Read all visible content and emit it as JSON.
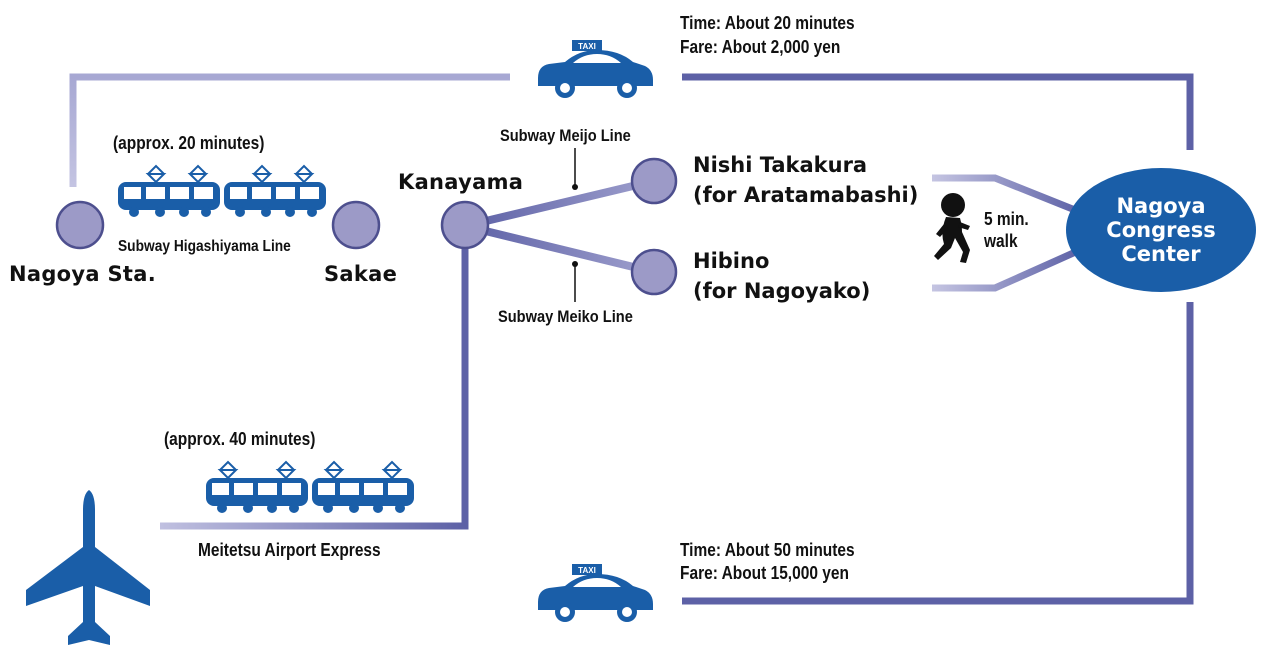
{
  "taxi_top": {
    "time": "Time: About 20 minutes",
    "fare": "Fare: About 2,000 yen",
    "sign": "TAXI"
  },
  "taxi_bottom": {
    "time": "Time: About 50 minutes",
    "fare": "Fare: About 15,000 yen",
    "sign": "TAXI"
  },
  "stations": {
    "nagoya": "Nagoya Sta.",
    "sakae": "Sakae",
    "kanayama": "Kanayama",
    "nishi_line1": "Nishi Takakura",
    "nishi_line2": "(for Aratamabashi)",
    "hibino_line1": "Hibino",
    "hibino_line2": "(for Nagoyako)"
  },
  "lines": {
    "higashiyama": "Subway Higashiyama Line",
    "higashiyama_time": "(approx. 20 minutes)",
    "meijo": "Subway Meijo Line",
    "meiko": "Subway Meiko Line",
    "meitetsu": "Meitetsu Airport Express",
    "meitetsu_time": "(approx. 40 minutes)"
  },
  "walk": {
    "line1": "5 min.",
    "line2": "walk"
  },
  "venue": {
    "line1": "Nagoya",
    "line2": "Congress",
    "line3": "Center"
  },
  "colors": {
    "line_dark": "#5a5fa3",
    "line_light": "#a9a9d3",
    "station_fill": "#9c9ac7",
    "accent_blue": "#1a5ea8"
  }
}
